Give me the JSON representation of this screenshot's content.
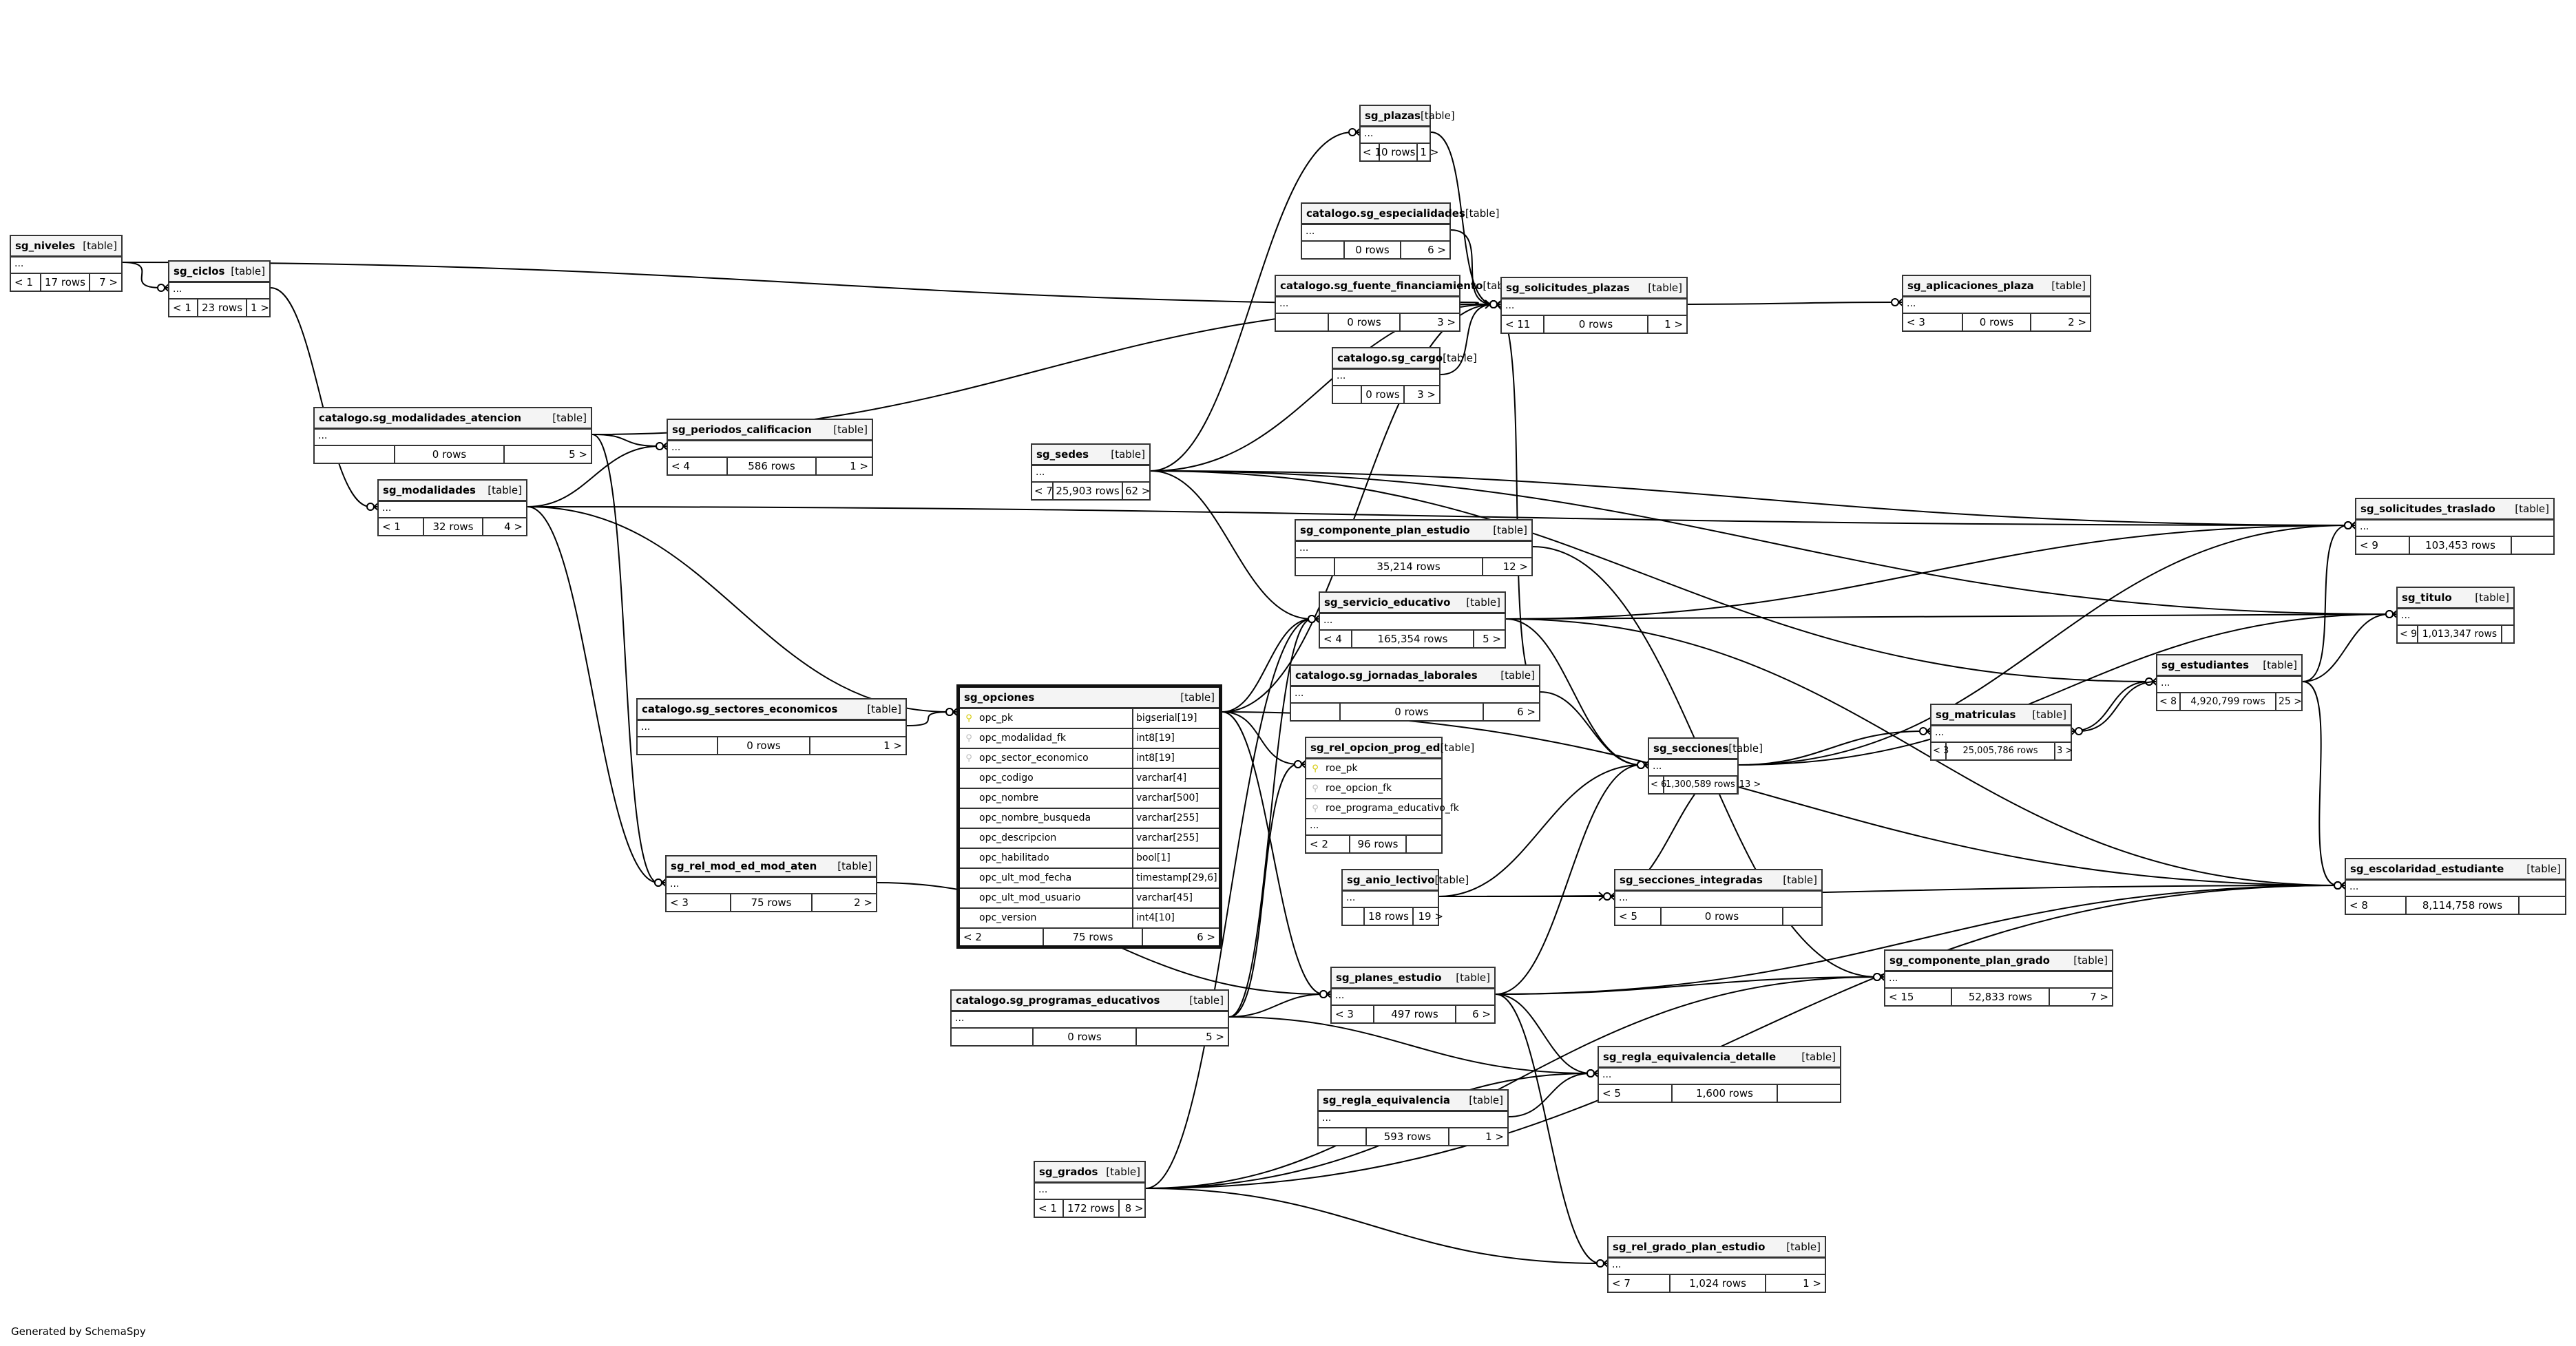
{
  "diagram": {
    "footer": "Generated by SchemaSpy",
    "kind_label": "[table]",
    "ellipsis": "..."
  },
  "tables": {
    "sg_niveles": {
      "name": "sg_niveles",
      "prev": "< 1",
      "rows": "17 rows",
      "next": "7 >"
    },
    "sg_ciclos": {
      "name": "sg_ciclos",
      "prev": "< 1",
      "rows": "23 rows",
      "next": "1 >"
    },
    "modalidades_atencion": {
      "name": "catalogo.sg_modalidades_atencion",
      "prev": "",
      "rows": "0 rows",
      "next": "5 >"
    },
    "sg_periodos_calificacion": {
      "name": "sg_periodos_calificacion",
      "prev": "< 4",
      "rows": "586 rows",
      "next": "1 >"
    },
    "sg_modalidades": {
      "name": "sg_modalidades",
      "prev": "< 1",
      "rows": "32 rows",
      "next": "4 >"
    },
    "sectores_economicos": {
      "name": "catalogo.sg_sectores_economicos",
      "prev": "",
      "rows": "0 rows",
      "next": "1 >"
    },
    "sg_rel_mod_ed_mod_aten": {
      "name": "sg_rel_mod_ed_mod_aten",
      "prev": "< 3",
      "rows": "75 rows",
      "next": "2 >"
    },
    "sg_sedes": {
      "name": "sg_sedes",
      "prev": "< 7",
      "rows": "25,903 rows",
      "next": "62 >"
    },
    "sg_opciones": {
      "name": "sg_opciones",
      "prev": "< 2",
      "rows": "75 rows",
      "next": "6 >",
      "columns": [
        {
          "name": "opc_pk",
          "type": "bigserial[19]",
          "key": "pk"
        },
        {
          "name": "opc_modalidad_fk",
          "type": "int8[19]",
          "key": "fk"
        },
        {
          "name": "opc_sector_economico",
          "type": "int8[19]",
          "key": "fk"
        },
        {
          "name": "opc_codigo",
          "type": "varchar[4]",
          "key": "none"
        },
        {
          "name": "opc_nombre",
          "type": "varchar[500]",
          "key": "none"
        },
        {
          "name": "opc_nombre_busqueda",
          "type": "varchar[255]",
          "key": "none"
        },
        {
          "name": "opc_descripcion",
          "type": "varchar[255]",
          "key": "none"
        },
        {
          "name": "opc_habilitado",
          "type": "bool[1]",
          "key": "none"
        },
        {
          "name": "opc_ult_mod_fecha",
          "type": "timestamp[29,6]",
          "key": "none"
        },
        {
          "name": "opc_ult_mod_usuario",
          "type": "varchar[45]",
          "key": "none"
        },
        {
          "name": "opc_version",
          "type": "int4[10]",
          "key": "none"
        }
      ]
    },
    "programas_educativos": {
      "name": "catalogo.sg_programas_educativos",
      "prev": "",
      "rows": "0 rows",
      "next": "5 >"
    },
    "sg_grados": {
      "name": "sg_grados",
      "prev": "< 1",
      "rows": "172 rows",
      "next": "8 >"
    },
    "sg_plazas": {
      "name": "sg_plazas",
      "prev": "< 1",
      "rows": "0 rows",
      "next": "1 >"
    },
    "especialidades": {
      "name": "catalogo.sg_especialidades",
      "prev": "",
      "rows": "0 rows",
      "next": "6 >"
    },
    "fuente_financiamiento": {
      "name": "catalogo.sg_fuente_financiamiento",
      "prev": "",
      "rows": "0 rows",
      "next": "3 >"
    },
    "sg_cargo": {
      "name": "catalogo.sg_cargo",
      "prev": "",
      "rows": "0 rows",
      "next": "3 >"
    },
    "sg_solicitudes_plazas": {
      "name": "sg_solicitudes_plazas",
      "prev": "< 11",
      "rows": "0 rows",
      "next": "1 >"
    },
    "sg_aplicaciones_plaza": {
      "name": "sg_aplicaciones_plaza",
      "prev": "< 3",
      "rows": "0 rows",
      "next": "2 >"
    },
    "sg_componente_plan_estudio": {
      "name": "sg_componente_plan_estudio",
      "prev": "",
      "rows": "35,214 rows",
      "next": "12 >"
    },
    "sg_servicio_educativo": {
      "name": "sg_servicio_educativo",
      "prev": "< 4",
      "rows": "165,354 rows",
      "next": "5 >"
    },
    "jornadas_laborales": {
      "name": "catalogo.sg_jornadas_laborales",
      "prev": "",
      "rows": "0 rows",
      "next": "6 >"
    },
    "sg_rel_opcion_prog_ed": {
      "name": "sg_rel_opcion_prog_ed",
      "prev": "< 2",
      "rows": "96 rows",
      "next": "",
      "columns": [
        {
          "name": "roe_pk",
          "key": "pk"
        },
        {
          "name": "roe_opcion_fk",
          "key": "fk"
        },
        {
          "name": "roe_programa_educativo_fk",
          "key": "fk"
        }
      ]
    },
    "sg_anio_lectivo": {
      "name": "sg_anio_lectivo",
      "prev": "",
      "rows": "18 rows",
      "next": "19 >"
    },
    "sg_secciones": {
      "name": "sg_secciones",
      "prev": "< 6",
      "rows": "1,300,589 rows",
      "next": "13 >"
    },
    "sg_secciones_integradas": {
      "name": "sg_secciones_integradas",
      "prev": "< 5",
      "rows": "0 rows",
      "next": ""
    },
    "sg_planes_estudio": {
      "name": "sg_planes_estudio",
      "prev": "< 3",
      "rows": "497 rows",
      "next": "6 >"
    },
    "sg_regla_equivalencia_detalle": {
      "name": "sg_regla_equivalencia_detalle",
      "prev": "< 5",
      "rows": "1,600 rows",
      "next": ""
    },
    "sg_regla_equivalencia": {
      "name": "sg_regla_equivalencia",
      "prev": "",
      "rows": "593 rows",
      "next": "1 >"
    },
    "sg_rel_grado_plan_estudio": {
      "name": "sg_rel_grado_plan_estudio",
      "prev": "< 7",
      "rows": "1,024 rows",
      "next": "1 >"
    },
    "sg_componente_plan_grado": {
      "name": "sg_componente_plan_grado",
      "prev": "< 15",
      "rows": "52,833 rows",
      "next": "7 >"
    },
    "sg_matriculas": {
      "name": "sg_matriculas",
      "prev": "< 3",
      "rows": "25,005,786 rows",
      "next": "3 >"
    },
    "sg_estudiantes": {
      "name": "sg_estudiantes",
      "prev": "< 8",
      "rows": "4,920,799 rows",
      "next": "25 >"
    },
    "sg_solicitudes_traslado": {
      "name": "sg_solicitudes_traslado",
      "prev": "< 9",
      "rows": "103,453 rows",
      "next": ""
    },
    "sg_titulo": {
      "name": "sg_titulo",
      "prev": "< 9",
      "rows": "1,013,347 rows",
      "next": ""
    },
    "sg_escolaridad_estudiante": {
      "name": "sg_escolaridad_estudiante",
      "prev": "< 8",
      "rows": "8,114,758 rows",
      "next": ""
    }
  },
  "relationships": [
    {
      "from": "sg_niveles",
      "to": "sg_ciclos"
    },
    {
      "from": "sg_niveles",
      "to": "sg_solicitudes_plazas"
    },
    {
      "from": "sg_ciclos",
      "to": "sg_modalidades"
    },
    {
      "from": "modalidades_atencion",
      "to": "sg_periodos_calificacion"
    },
    {
      "from": "modalidades_atencion",
      "to": "sg_rel_mod_ed_mod_aten"
    },
    {
      "from": "modalidades_atencion",
      "to": "sg_solicitudes_plazas"
    },
    {
      "from": "sg_modalidades",
      "to": "sg_periodos_calificacion"
    },
    {
      "from": "sg_modalidades",
      "to": "sg_opciones"
    },
    {
      "from": "sg_modalidades",
      "to": "sg_rel_mod_ed_mod_aten"
    },
    {
      "from": "sg_modalidades",
      "to": "sg_solicitudes_traslado"
    },
    {
      "from": "sectores_economicos",
      "to": "sg_opciones"
    },
    {
      "from": "sg_rel_mod_ed_mod_aten",
      "to": "sg_planes_estudio"
    },
    {
      "from": "sg_sedes",
      "to": "sg_plazas"
    },
    {
      "from": "sg_sedes",
      "to": "sg_solicitudes_plazas"
    },
    {
      "from": "sg_sedes",
      "to": "sg_servicio_educativo"
    },
    {
      "from": "sg_sedes",
      "to": "sg_solicitudes_traslado"
    },
    {
      "from": "sg_sedes",
      "to": "sg_titulo"
    },
    {
      "from": "sg_sedes",
      "to": "sg_estudiantes"
    },
    {
      "from": "sg_opciones",
      "to": "sg_rel_opcion_prog_ed"
    },
    {
      "from": "sg_opciones",
      "to": "sg_servicio_educativo"
    },
    {
      "from": "sg_opciones",
      "to": "sg_planes_estudio"
    },
    {
      "from": "sg_opciones",
      "to": "sg_solicitudes_plazas"
    },
    {
      "from": "sg_opciones",
      "to": "sg_escolaridad_estudiante"
    },
    {
      "from": "programas_educativos",
      "to": "sg_rel_opcion_prog_ed"
    },
    {
      "from": "programas_educativos",
      "to": "sg_servicio_educativo"
    },
    {
      "from": "programas_educativos",
      "to": "sg_planes_estudio"
    },
    {
      "from": "programas_educativos",
      "to": "sg_regla_equivalencia_detalle"
    },
    {
      "from": "sg_grados",
      "to": "sg_servicio_educativo"
    },
    {
      "from": "sg_grados",
      "to": "sg_rel_grado_plan_estudio"
    },
    {
      "from": "sg_grados",
      "to": "sg_componente_plan_grado"
    },
    {
      "from": "sg_grados",
      "to": "sg_regla_equivalencia_detalle"
    },
    {
      "from": "sg_grados",
      "to": "sg_escolaridad_estudiante"
    },
    {
      "from": "sg_plazas",
      "to": "sg_solicitudes_plazas"
    },
    {
      "from": "especialidades",
      "to": "sg_solicitudes_plazas"
    },
    {
      "from": "fuente_financiamiento",
      "to": "sg_solicitudes_plazas"
    },
    {
      "from": "sg_cargo",
      "to": "sg_solicitudes_plazas"
    },
    {
      "from": "sg_solicitudes_plazas",
      "to": "sg_aplicaciones_plaza"
    },
    {
      "from": "sg_componente_plan_estudio",
      "to": "sg_componente_plan_grado"
    },
    {
      "from": "sg_servicio_educativo",
      "to": "sg_secciones"
    },
    {
      "from": "sg_servicio_educativo",
      "to": "sg_solicitudes_traslado"
    },
    {
      "from": "sg_servicio_educativo",
      "to": "sg_titulo"
    },
    {
      "from": "sg_servicio_educativo",
      "to": "sg_escolaridad_estudiante"
    },
    {
      "from": "jornadas_laborales",
      "to": "sg_secciones"
    },
    {
      "from": "jornadas_laborales",
      "to": "sg_solicitudes_plazas"
    },
    {
      "from": "sg_anio_lectivo",
      "to": "sg_secciones"
    },
    {
      "from": "sg_anio_lectivo",
      "to": "sg_secciones_integradas"
    },
    {
      "from": "sg_anio_lectivo",
      "to": "sg_escolaridad_estudiante"
    },
    {
      "from": "sg_secciones",
      "to": "sg_secciones_integradas"
    },
    {
      "from": "sg_secciones",
      "to": "sg_matriculas"
    },
    {
      "from": "sg_secciones",
      "to": "sg_solicitudes_traslado"
    },
    {
      "from": "sg_secciones",
      "to": "sg_titulo"
    },
    {
      "from": "sg_planes_estudio",
      "to": "sg_secciones"
    },
    {
      "from": "sg_planes_estudio",
      "to": "sg_componente_plan_grado"
    },
    {
      "from": "sg_planes_estudio",
      "to": "sg_regla_equivalencia_detalle"
    },
    {
      "from": "sg_planes_estudio",
      "to": "sg_rel_grado_plan_estudio"
    },
    {
      "from": "sg_planes_estudio",
      "to": "sg_escolaridad_estudiante"
    },
    {
      "from": "sg_regla_equivalencia",
      "to": "sg_regla_equivalencia_detalle"
    },
    {
      "from": "sg_matriculas",
      "to": "sg_estudiantes"
    },
    {
      "from": "sg_estudiantes",
      "to": "sg_matriculas"
    },
    {
      "from": "sg_estudiantes",
      "to": "sg_solicitudes_traslado"
    },
    {
      "from": "sg_estudiantes",
      "to": "sg_titulo"
    },
    {
      "from": "sg_estudiantes",
      "to": "sg_escolaridad_estudiante"
    }
  ]
}
